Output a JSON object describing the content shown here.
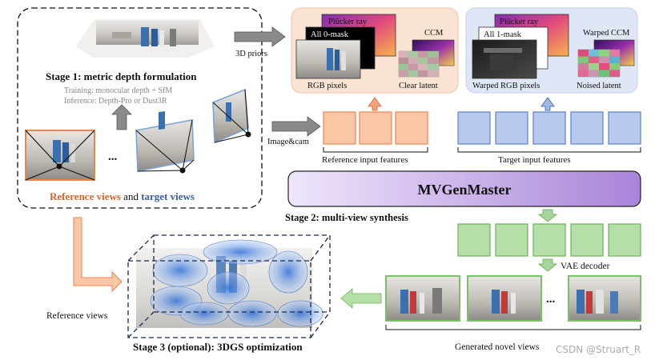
{
  "stage1": {
    "title": "Stage 1: metric depth formulation",
    "training": "Training: monocular depth + SfM",
    "inference": "Inference: Depth-Pro or Dust3R",
    "ellipsis": "...",
    "caption_reference": "Reference views",
    "caption_and": " and ",
    "caption_target": "target views"
  },
  "priors_label": "3D priors",
  "reference_panel": {
    "plucker": "Plücker ray",
    "mask": "All 0-mask",
    "rgb": "RGB pixels",
    "ccm": "CCM",
    "latent": "Clear latent"
  },
  "target_panel": {
    "plucker": "Plücker ray",
    "mask": "All 1-mask",
    "rgb": "Warped RGB pixels",
    "ccm": "Warped CCM",
    "latent": "Noised latent"
  },
  "imagecam_label": "Image&cam",
  "reference_features_label": "Reference input features",
  "target_features_label": "Target input features",
  "model_name": "MVGenMaster",
  "stage2_label": "Stage 2: multi-view synthesis",
  "vae_label": "VAE decoder",
  "generated_ellipsis": "...",
  "generated_label": "Generated novel views",
  "stage3": {
    "ref_views": "Reference views",
    "title": "Stage 3 (optional): 3DGS optimization"
  },
  "watermark": "CSDN @Struart_R",
  "colors": {
    "reference_orange": "#f4a27a",
    "reference_text": "#d9652a",
    "target_blue": "#9fb8e6",
    "target_text": "#3b5ea8",
    "output_green": "#a8d69a",
    "model_purple": "#b89be0",
    "ref_panel_bg": "#fbe3d4",
    "tgt_panel_bg": "#dfe6f5"
  }
}
